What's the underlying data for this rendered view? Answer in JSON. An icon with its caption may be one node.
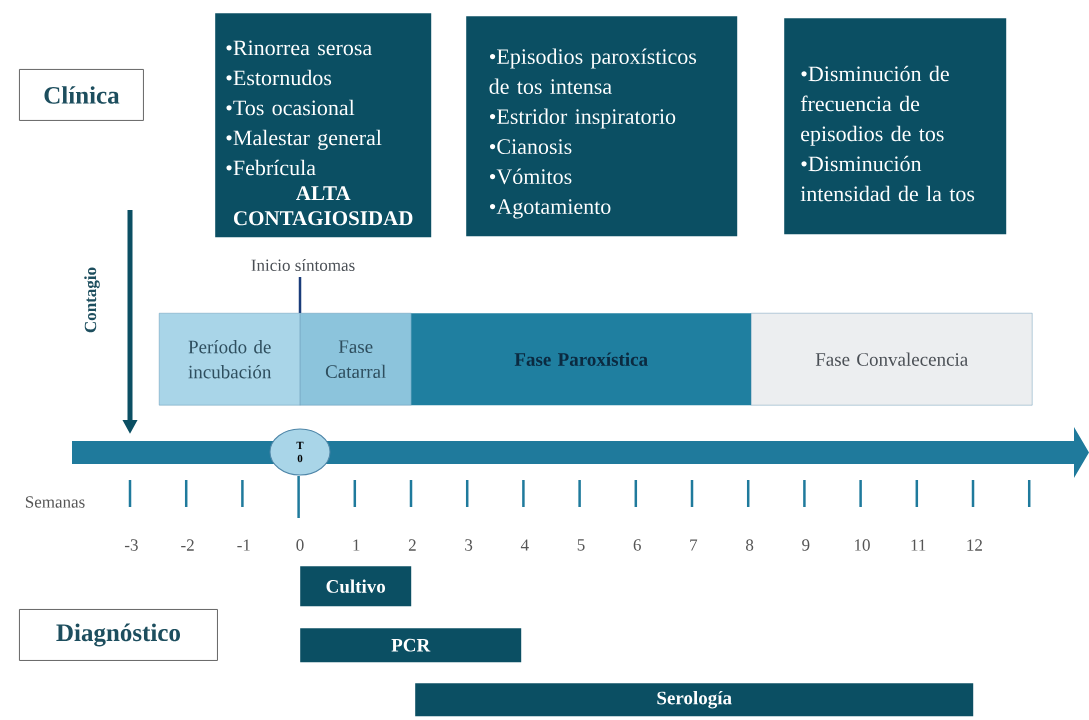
{
  "diagram": {
    "nodes": [
      {
        "text": [
          "Clínica"
        ]
      },
      {
        "text": [
          "•Rinorrea serosa",
          "•Estornudos",
          "•Tos ocasional",
          "•Malestar general",
          "•Febrícula",
          "ALTA CONTAGIOSIDAD"
        ]
      },
      {
        "text": [
          "•Episodios paroxísticos de tos intensa",
          "•Estridor inspiratorio",
          "•Cianosis",
          "•Vómitos",
          "•Agotamiento"
        ]
      },
      {
        "text": [
          "•Disminución de frecuencia de episodios de tos",
          "•Disminución intensidad de la tos"
        ]
      },
      {
        "text": [
          "Período de incubación"
        ]
      },
      {
        "text": [
          "Fase Catarral"
        ]
      },
      {
        "text": [
          "Fase Paroxística"
        ]
      },
      {
        "text": [
          "Fase Convalecencia"
        ]
      },
      {
        "text": [
          "T 0"
        ]
      },
      {
        "text": [
          "Cultivo"
        ]
      },
      {
        "text": [
          "PCR"
        ]
      },
      {
        "text": [
          "Serología"
        ]
      },
      {
        "text": [
          "Diagnóstico"
        ]
      }
    ],
    "labels": [
      "Inicio síntomas",
      "Contagio",
      "Semanas",
      "-3",
      "-2",
      "-1",
      "0",
      "1",
      "2",
      "3",
      "4",
      "5",
      "6",
      "7",
      "8",
      "9",
      "10",
      "11",
      "12"
    ]
  }
}
